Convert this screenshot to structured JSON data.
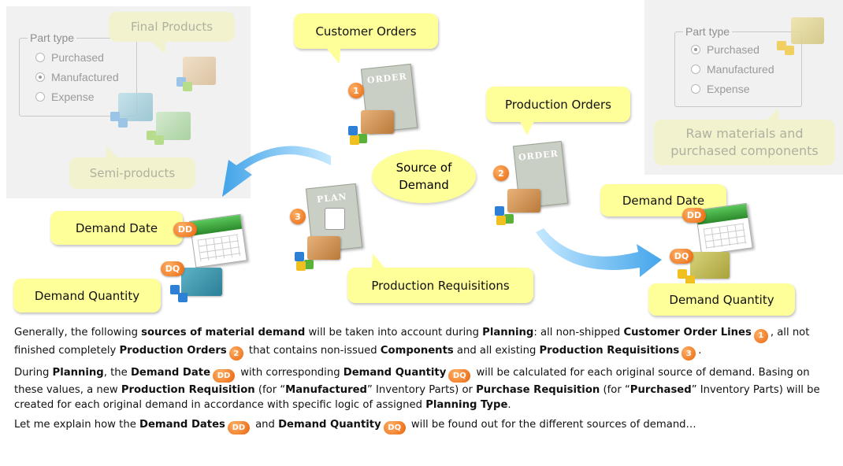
{
  "left_panel": {
    "frame_title": "Part type",
    "options": [
      {
        "label": "Purchased",
        "selected": false
      },
      {
        "label": "Manufactured",
        "selected": true
      },
      {
        "label": "Expense",
        "selected": false
      }
    ],
    "callout_final": "Final Products",
    "callout_semi": "Semi-products"
  },
  "right_panel": {
    "frame_title": "Part type",
    "options": [
      {
        "label": "Purchased",
        "selected": true
      },
      {
        "label": "Manufactured",
        "selected": false
      },
      {
        "label": "Expense",
        "selected": false
      }
    ],
    "callout": "Raw materials and purchased components"
  },
  "center": {
    "source": "Source of Demand",
    "customer_orders": "Customer Orders",
    "production_orders": "Production Orders",
    "production_requisitions": "Production Requisitions",
    "doc_order": "ORDER",
    "doc_plan": "PLAN",
    "badges": [
      "1",
      "2",
      "3"
    ]
  },
  "left_output": {
    "demand_date": "Demand Date",
    "demand_quantity": "Demand Quantity",
    "dd": "DD",
    "dq": "DQ"
  },
  "right_output": {
    "demand_date": "Demand Date",
    "demand_quantity": "Demand Quantity",
    "dd": "DD",
    "dq": "DQ"
  },
  "paragraphs": {
    "p1": [
      {
        "t": "Generally, the following "
      },
      {
        "t": "sources of material demand",
        "b": true
      },
      {
        "t": " will be taken into account during "
      },
      {
        "t": "Planning",
        "b": true
      },
      {
        "t": ": all non-shipped "
      },
      {
        "t": "Customer Order Lines",
        "b": true
      },
      {
        "badge": "1"
      },
      {
        "t": ", all not finished completely "
      },
      {
        "t": "Production Orders",
        "b": true
      },
      {
        "badge": "2"
      },
      {
        "t": " that contains non-issued "
      },
      {
        "t": "Components",
        "b": true
      },
      {
        "t": " and all existing "
      },
      {
        "t": "Production Requisitions",
        "b": true
      },
      {
        "badge": "3"
      },
      {
        "t": "."
      }
    ],
    "p2": [
      {
        "t": "During "
      },
      {
        "t": "Planning",
        "b": true
      },
      {
        "t": ", the "
      },
      {
        "t": "Demand Date",
        "b": true
      },
      {
        "pill": "DD"
      },
      {
        "t": " with corresponding "
      },
      {
        "t": "Demand Quantity",
        "b": true
      },
      {
        "pill": "DQ"
      },
      {
        "t": " will be calculated for each original source of demand.  Basing on these values, a new "
      },
      {
        "t": "Production Requisition",
        "b": true
      },
      {
        "t": " (for “"
      },
      {
        "t": "Manufactured",
        "b": true
      },
      {
        "t": "” Inventory Parts) or "
      },
      {
        "t": "Purchase Requisition",
        "b": true
      },
      {
        "t": " (for “"
      },
      {
        "t": "Purchased",
        "b": true
      },
      {
        "t": "” Inventory Parts) will be created for each original demand in accordance with specific logic of assigned "
      },
      {
        "t": "Planning Type",
        "b": true
      },
      {
        "t": "."
      }
    ],
    "p3": [
      {
        "t": "Let me explain how the "
      },
      {
        "t": "Demand Dates",
        "b": true
      },
      {
        "pill": "DD"
      },
      {
        "t": " and "
      },
      {
        "t": "Demand Quantity",
        "b": true
      },
      {
        "pill": "DQ"
      },
      {
        "t": " will be found out for the different sources of demand…"
      }
    ]
  },
  "colors": {
    "callout": "#ffff99",
    "badge": "#e8650c",
    "arrow": "#3fa9f5",
    "panel": "#f1f1f1"
  }
}
